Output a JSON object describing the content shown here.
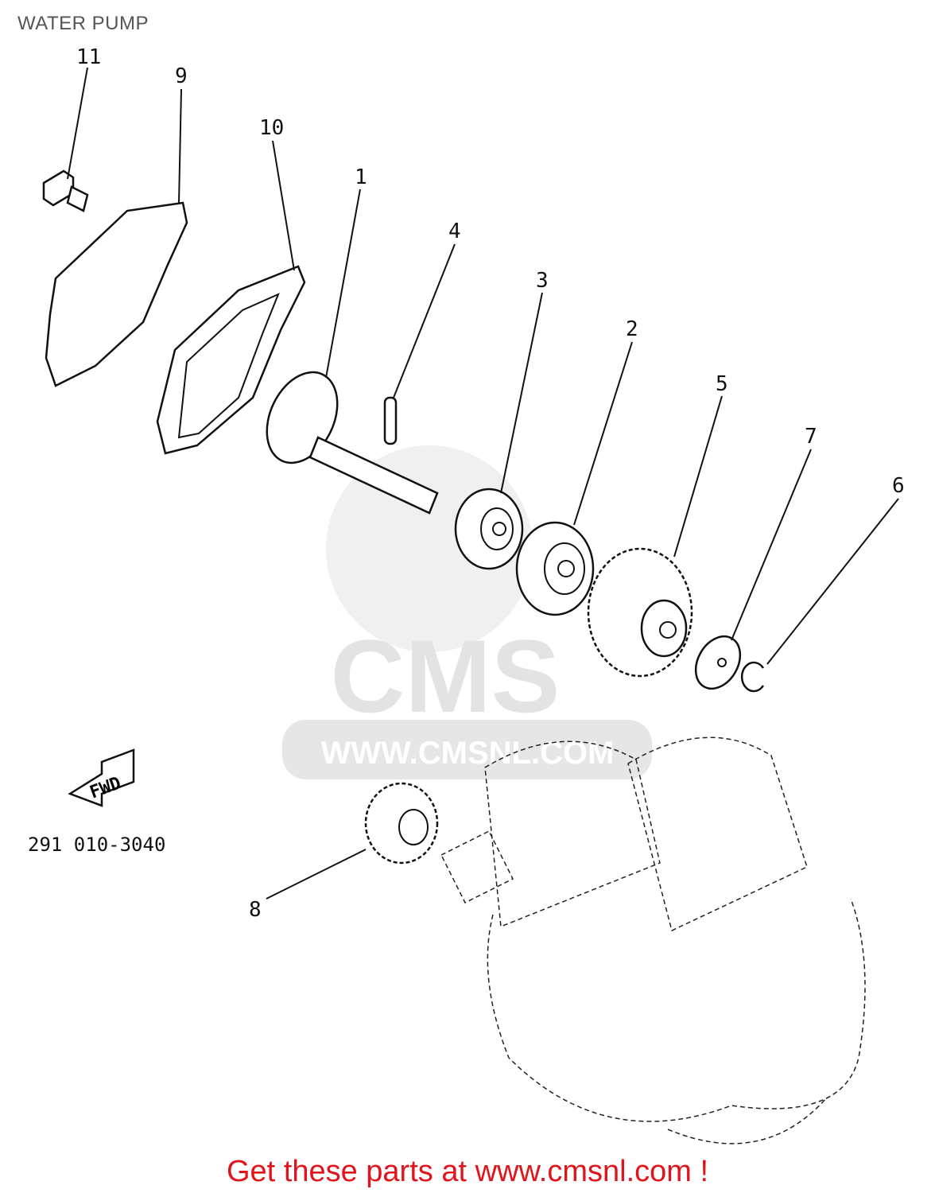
{
  "title": "WATER PUMP",
  "callouts": [
    {
      "label": "11"
    },
    {
      "label": "9"
    },
    {
      "label": "10"
    },
    {
      "label": "1"
    },
    {
      "label": "4"
    },
    {
      "label": "3"
    },
    {
      "label": "2"
    },
    {
      "label": "5"
    },
    {
      "label": "7"
    },
    {
      "label": "6"
    },
    {
      "label": "8"
    }
  ],
  "fwd_label": "FWD",
  "diagram_code": "291 010-3040",
  "watermark": {
    "logo": "CMS",
    "url": "WWW.CMSNL.COM"
  },
  "cta": "Get these parts at www.cmsnl.com !"
}
